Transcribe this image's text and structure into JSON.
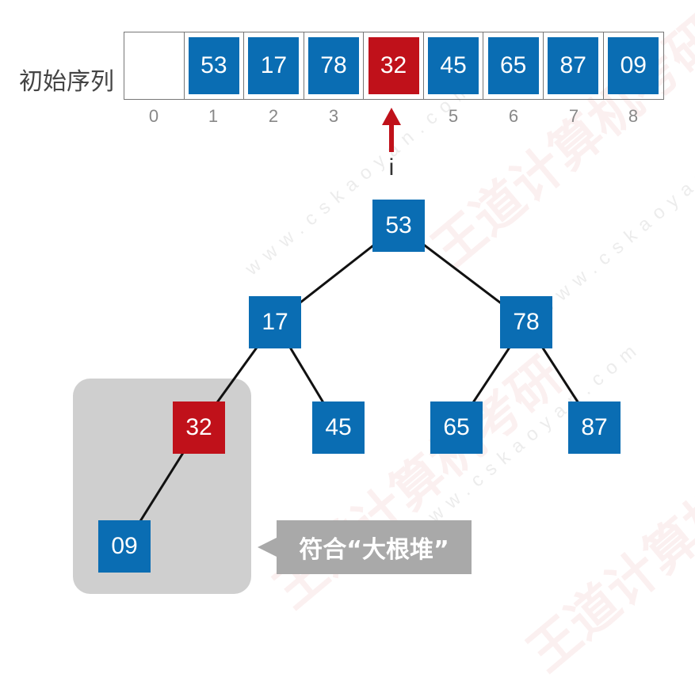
{
  "sequence_label": "初始序列",
  "array": {
    "cells": [
      "",
      "53",
      "17",
      "78",
      "32",
      "45",
      "65",
      "87",
      "09"
    ],
    "indices": [
      "0",
      "1",
      "2",
      "3",
      "",
      "5",
      "6",
      "7",
      "8"
    ],
    "current_index": 4
  },
  "pointer_label": "i",
  "tree": {
    "nodes": [
      "53",
      "17",
      "78",
      "32",
      "45",
      "65",
      "87",
      "09"
    ],
    "current_node": 3
  },
  "callout_text": "符合“大根堆”",
  "colors": {
    "node_blue": "#0a6db3",
    "node_red": "#c0111a",
    "highlight_gray": "#cfcfcf",
    "callout_gray": "#a9a9a9",
    "arrow_red": "#c0111a"
  },
  "watermark": {
    "text": "王道计算机考研",
    "url": "www.cskaoyan.com"
  }
}
